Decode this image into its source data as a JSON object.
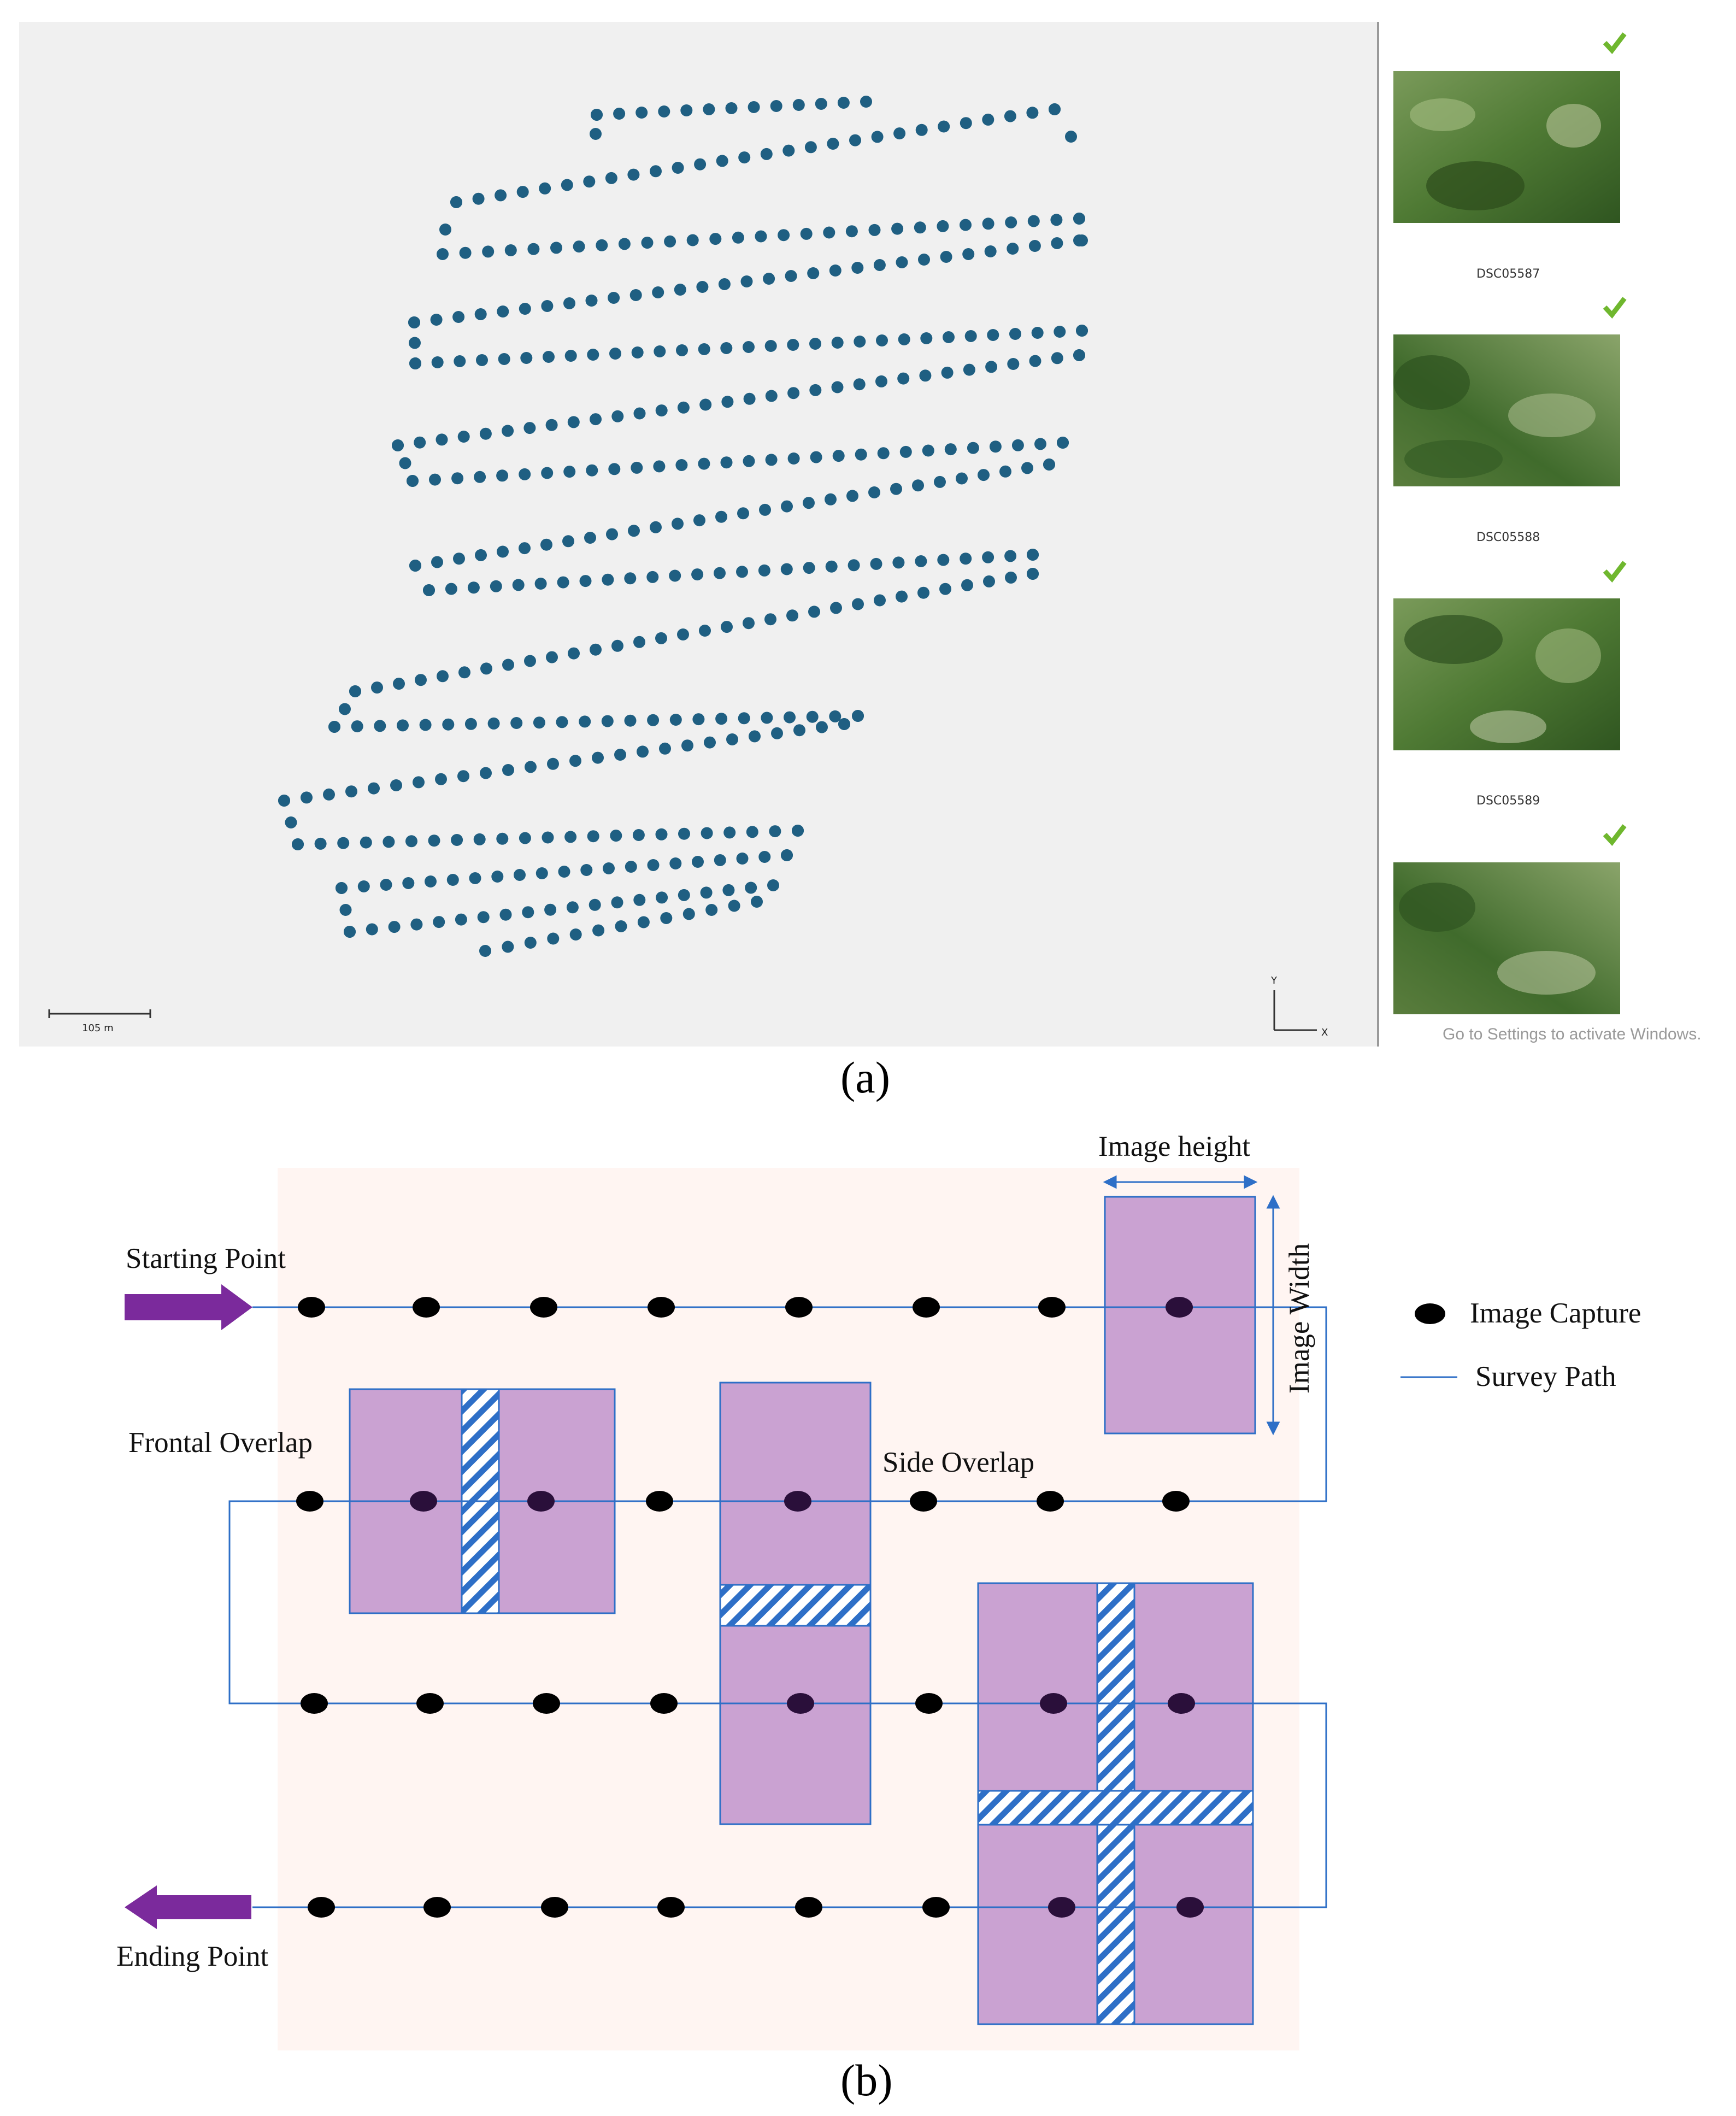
{
  "panel_a": {
    "label": "(a)",
    "scale_bar_label": "105 m",
    "axis_y_label": "Y",
    "axis_x_label": "X",
    "thumbnails": [
      {
        "caption": "DSC05587"
      },
      {
        "caption": "DSC05588"
      },
      {
        "caption": "DSC05589"
      },
      {
        "caption": ""
      }
    ],
    "watermark": "Go to Settings to activate Windows.",
    "colors": {
      "dot": "#1f5f82",
      "check": "#6fb72e",
      "background": "#f0f0f0"
    }
  },
  "panel_b": {
    "label": "(b)",
    "starting_point": "Starting Point",
    "ending_point": "Ending Point",
    "frontal_overlap": "Frontal Overlap",
    "side_overlap": "Side Overlap",
    "image_height": "Image height",
    "image_width": "Image Width",
    "legend": {
      "capture": "Image Capture",
      "path": "Survey Path"
    },
    "colors": {
      "arrow": "#7b2a9c",
      "image": "#caa2d2",
      "path": "#2e6fc7",
      "hatch": "#2e6fc7",
      "field": "#fff5f2"
    }
  }
}
